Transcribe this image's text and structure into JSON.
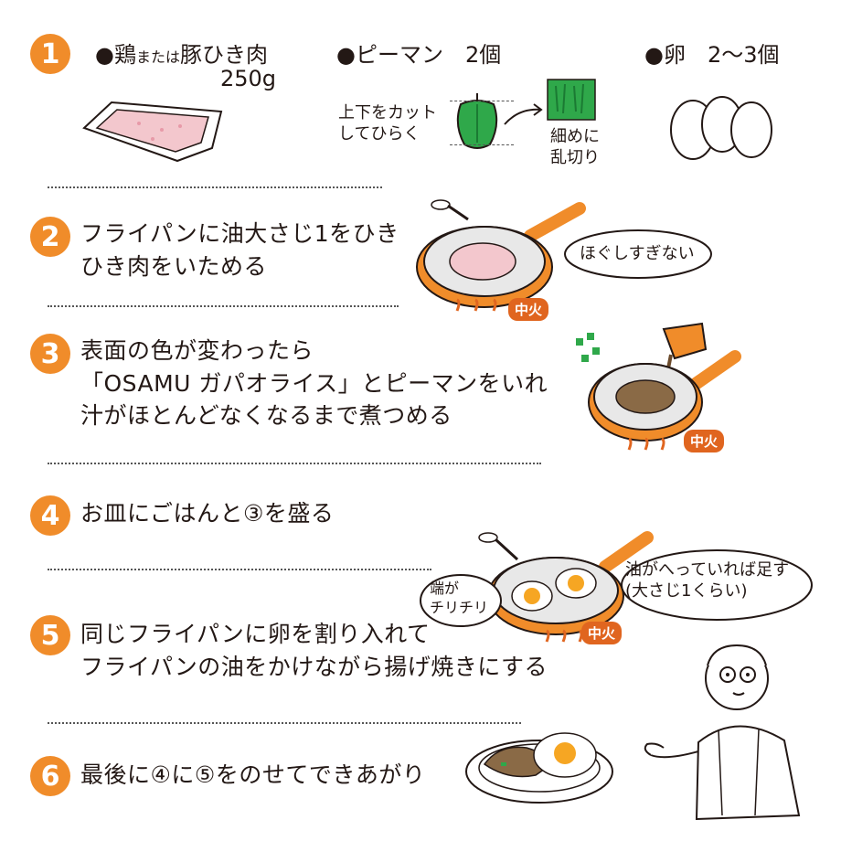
{
  "colors": {
    "accent": "#f08c2a",
    "fire": "#e0651f",
    "green": "#2fa84a"
  },
  "steps": [
    {
      "number": "1"
    },
    {
      "number": "2",
      "text": "フライパンに油大さじ1をひき\nひき肉をいためる"
    },
    {
      "number": "3",
      "text": "表面の色が変わったら\n「OSAMU ガパオライス」とピーマンをいれ\n汁がほとんどなくなるまで煮つめる"
    },
    {
      "number": "4",
      "text": "お皿にごはんと③を盛る"
    },
    {
      "number": "5",
      "text": "同じフライパンに卵を割り入れて\nフライパンの油をかけながら揚げ焼きにする"
    },
    {
      "number": "6",
      "text": "最後に④に⑤をのせてできあがり"
    }
  ],
  "ingredients": {
    "meat_prefix": "●鶏",
    "meat_or": "または",
    "meat_name": "豚ひき肉",
    "meat_amount": "250g",
    "pepper": "●ピーマン　2個",
    "egg": "●卵　2〜3個",
    "pepper_note": "上下をカット\nしてひらく",
    "pepper_cut": "細めに\n乱切り"
  },
  "annotations": {
    "step2_bubble": "ほぐしすぎない",
    "step5_bubble": "油がへっていれば足す\n(大さじ1くらい)",
    "step5_edge": "端が\nチリチリ",
    "heat": "中火"
  }
}
